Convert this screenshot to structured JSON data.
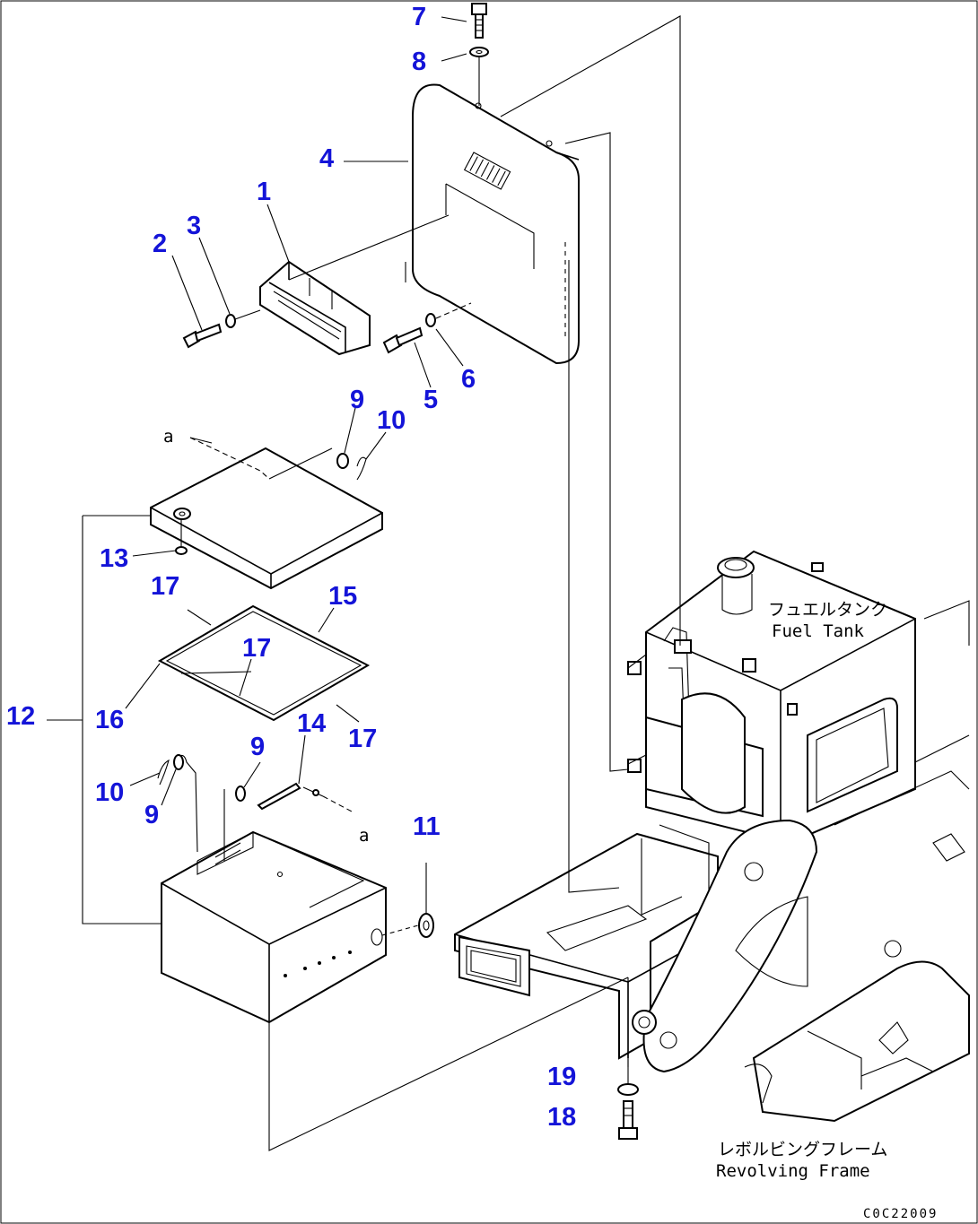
{
  "callouts": [
    "1",
    "2",
    "3",
    "4",
    "5",
    "6",
    "7",
    "8",
    "9",
    "9",
    "9",
    "10",
    "10",
    "11",
    "12",
    "13",
    "14",
    "15",
    "16",
    "17",
    "17",
    "17",
    "18",
    "19"
  ],
  "reference_letters": [
    "a",
    "a"
  ],
  "labels": {
    "fuel_tank_jp": "フュエルタンク",
    "fuel_tank_en": "Fuel Tank",
    "revolving_frame_jp": "レボルビングフレーム",
    "revolving_frame_en": "Revolving Frame"
  },
  "drawing_code": "C0C22009",
  "colors": {
    "callout": "#1414d8",
    "line": "#000000",
    "background": "#ffffff"
  }
}
